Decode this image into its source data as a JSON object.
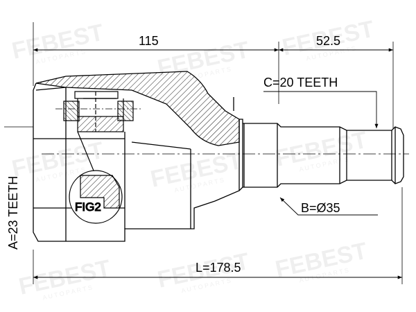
{
  "dimensions": {
    "housing_length": "115",
    "stub_length": "52.5",
    "stub_teeth": "C=20 TEETH",
    "stub_diameter": "B=Ø35",
    "inner_teeth": "A=23 TEETH",
    "total_length": "L=178.5"
  },
  "callouts": {
    "fig2": "FIG2"
  },
  "watermark": {
    "brand": "FEBEST",
    "sub": "A U T O   P A R T S"
  },
  "colors": {
    "line": "#000000",
    "hatch": "#000000"
  }
}
